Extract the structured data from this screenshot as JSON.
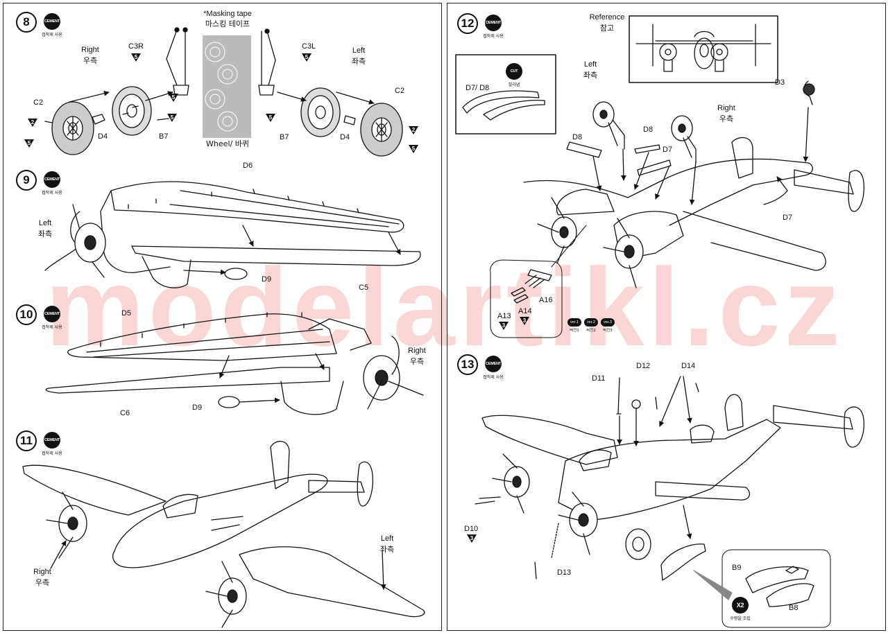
{
  "watermark": "modelartikl.cz",
  "common": {
    "cement": "CEMENT",
    "cement_ko": "접착제 사용",
    "right": "Right",
    "right_ko": "우측",
    "left": "Left",
    "left_ko": "좌측"
  },
  "left_page": {
    "step8": {
      "number": "8",
      "masking_tape": "*Masking tape",
      "masking_tape_ko": "마스킹 테이프",
      "wheel": "Wheel/ 바퀴",
      "parts": {
        "c3r": "C3R",
        "c3l": "C3L",
        "c2": "C2",
        "d4": "D4",
        "b7": "B7"
      },
      "num5": "5",
      "num2": "2"
    },
    "step9": {
      "number": "9",
      "parts": {
        "d6": "D6",
        "d9": "D9",
        "c5": "C5"
      }
    },
    "step10": {
      "number": "10",
      "parts": {
        "d5": "D5",
        "d9": "D9",
        "c6": "C6"
      }
    },
    "step11": {
      "number": "11"
    }
  },
  "right_page": {
    "step12": {
      "number": "12",
      "reference": "Reference",
      "reference_ko": "참고",
      "cut": "CUT",
      "cut_ko": "잘라냄",
      "d7_d8": "D7/ D8",
      "parts": {
        "d3": "D3",
        "d8": "D8",
        "d7": "D7",
        "a13": "A13",
        "a14": "A14",
        "a16": "A16"
      },
      "num3": "3",
      "versions": [
        {
          "label": "ver.1",
          "ko": "버전1"
        },
        {
          "label": "ver.2",
          "ko": "버전2"
        },
        {
          "label": "ver.3",
          "ko": "버전3"
        }
      ]
    },
    "step13": {
      "number": "13",
      "parts": {
        "d11": "D11",
        "d12": "D12",
        "d14": "D14",
        "d10": "D10",
        "d13": "D13",
        "b9": "B9",
        "b8": "B8"
      },
      "num3": "3",
      "x2": "X2",
      "x2_ko": "수량을 조립"
    }
  }
}
